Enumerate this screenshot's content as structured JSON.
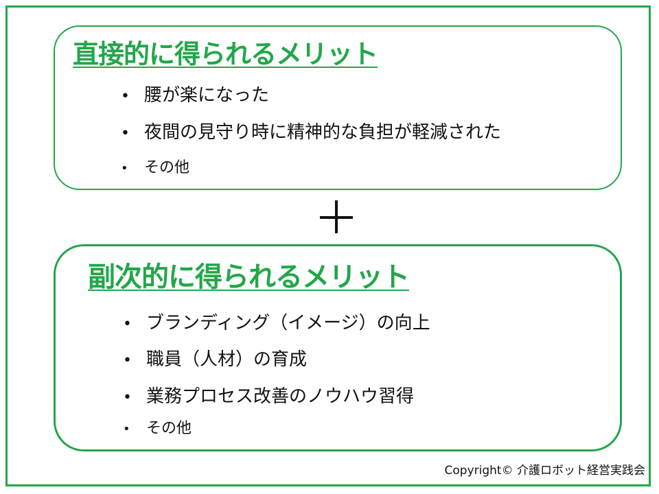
{
  "colors": {
    "accent": "#22a64a",
    "text": "#111111",
    "background": "#ffffff"
  },
  "direct": {
    "title": "直接的に得られるメリット",
    "items": [
      "腰が楽になった",
      "夜間の見守り時に精神的な負担が軽減された",
      "その他"
    ]
  },
  "plus_symbol": "plus-icon",
  "secondary": {
    "title": "副次的に得られるメリット",
    "items": [
      "ブランディング（イメージ）の向上",
      "職員（人材）の育成",
      "業務プロセス改善のノウハウ習得",
      "その他"
    ]
  },
  "footer": {
    "copyright": "Copyright© 介護ロボット経営実践会"
  }
}
